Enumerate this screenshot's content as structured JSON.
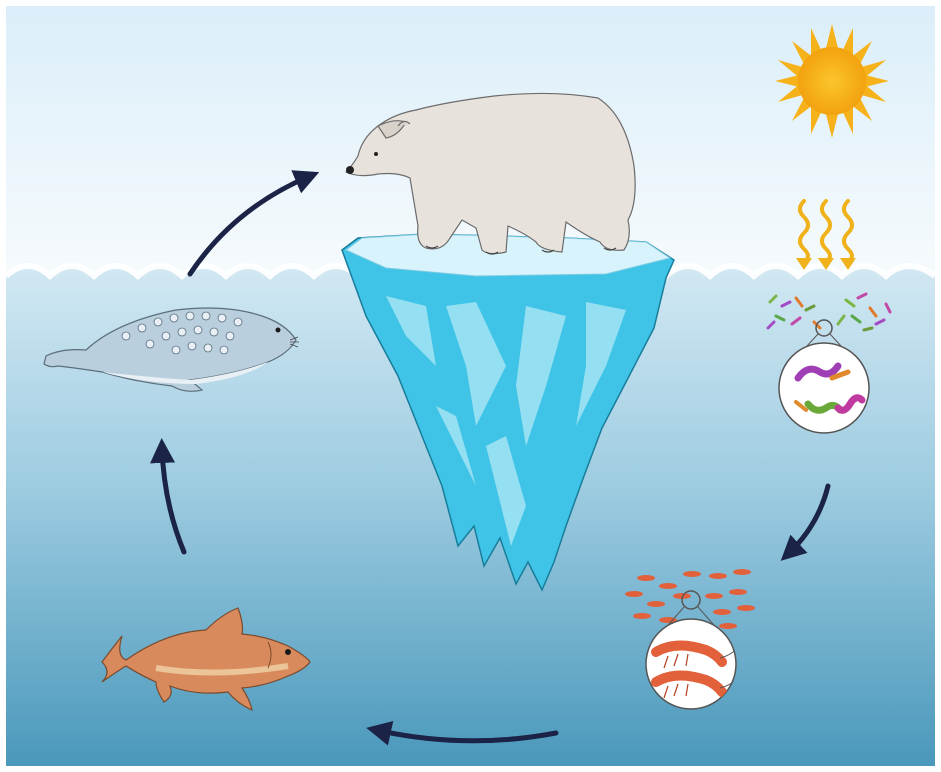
{
  "diagram": {
    "organisms": [
      {
        "name": "polar-bear"
      },
      {
        "name": "seal"
      },
      {
        "name": "fish"
      },
      {
        "name": "krill"
      },
      {
        "name": "phytoplankton"
      }
    ],
    "energy_source": "sun",
    "colors": {
      "sky_top": "#dceef8",
      "water_surface": "#cde6f2",
      "water_deep": "#4a98bb",
      "iceberg": "#3fc3e6",
      "iceberg_light": "#9ee4f4",
      "arrow": "#1b2346",
      "sun": "#f6b21a",
      "bear": "#e7e2dc",
      "fish": "#d88a5c",
      "krill": "#e2603a"
    }
  }
}
